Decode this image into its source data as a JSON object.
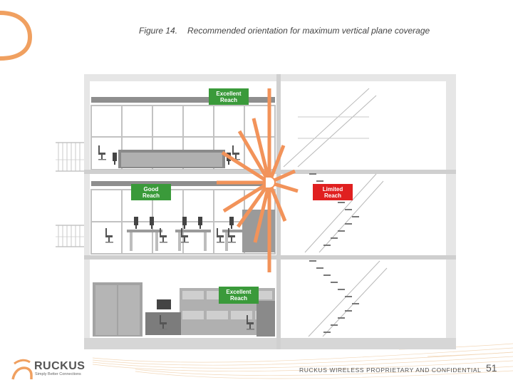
{
  "caption": {
    "figure_number": "Figure 14.",
    "title": "Recommended orientation for maximum vertical plane coverage"
  },
  "labels": {
    "excellent_top": [
      "Excellent",
      "Reach"
    ],
    "good_mid": [
      "Good",
      "Reach"
    ],
    "limited_mid": [
      "Limited",
      "Reach"
    ],
    "excellent_bottom": [
      "Excellent",
      "Reach"
    ]
  },
  "colors": {
    "accent_orange": "#f0a060",
    "ray_orange": "#f2935a",
    "label_green": "#3a9a3a",
    "label_red": "#e02020",
    "wall_gray": "#9a9a9a",
    "structure_gray": "#c8c8c8"
  },
  "footer": {
    "confidential": "RUCKUS WIRELESS PROPRIETARY AND CONFIDENTIAL",
    "page_number": "51"
  },
  "logo": {
    "name": "RUCKUS",
    "tagline": "Simply Better Connections"
  }
}
